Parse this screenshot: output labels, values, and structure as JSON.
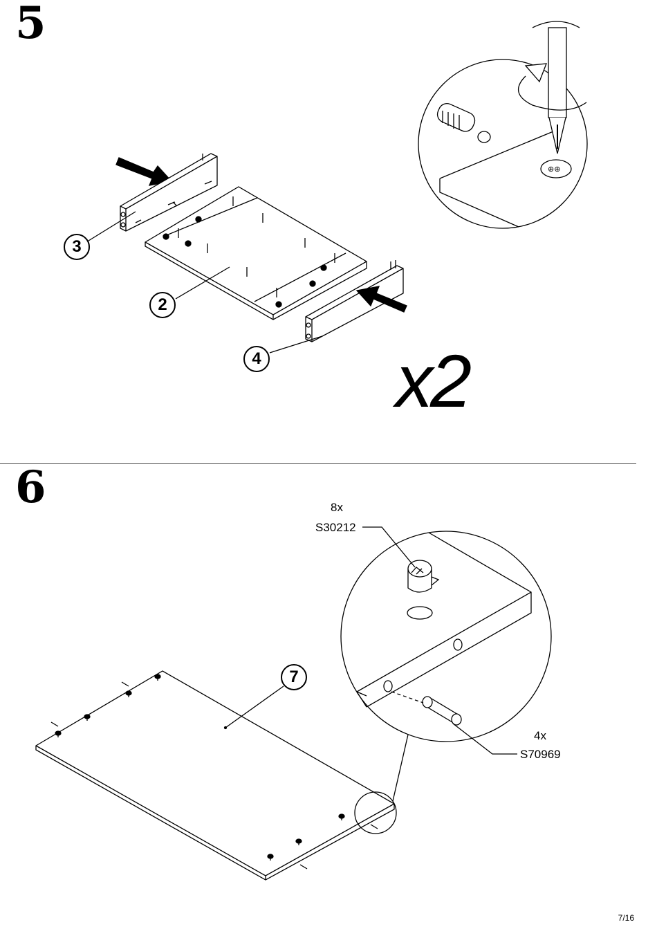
{
  "steps": {
    "step5": {
      "number": "5",
      "multiplier": "x2"
    },
    "step6": {
      "number": "6"
    }
  },
  "callouts": {
    "part3": "3",
    "part2": "2",
    "part4": "4",
    "part7": "7"
  },
  "hardware": {
    "cam_lock": {
      "qty": "8x",
      "code": "S30212"
    },
    "dowel": {
      "qty": "4x",
      "code": "S70969"
    }
  },
  "footer": {
    "page": "7/16"
  }
}
